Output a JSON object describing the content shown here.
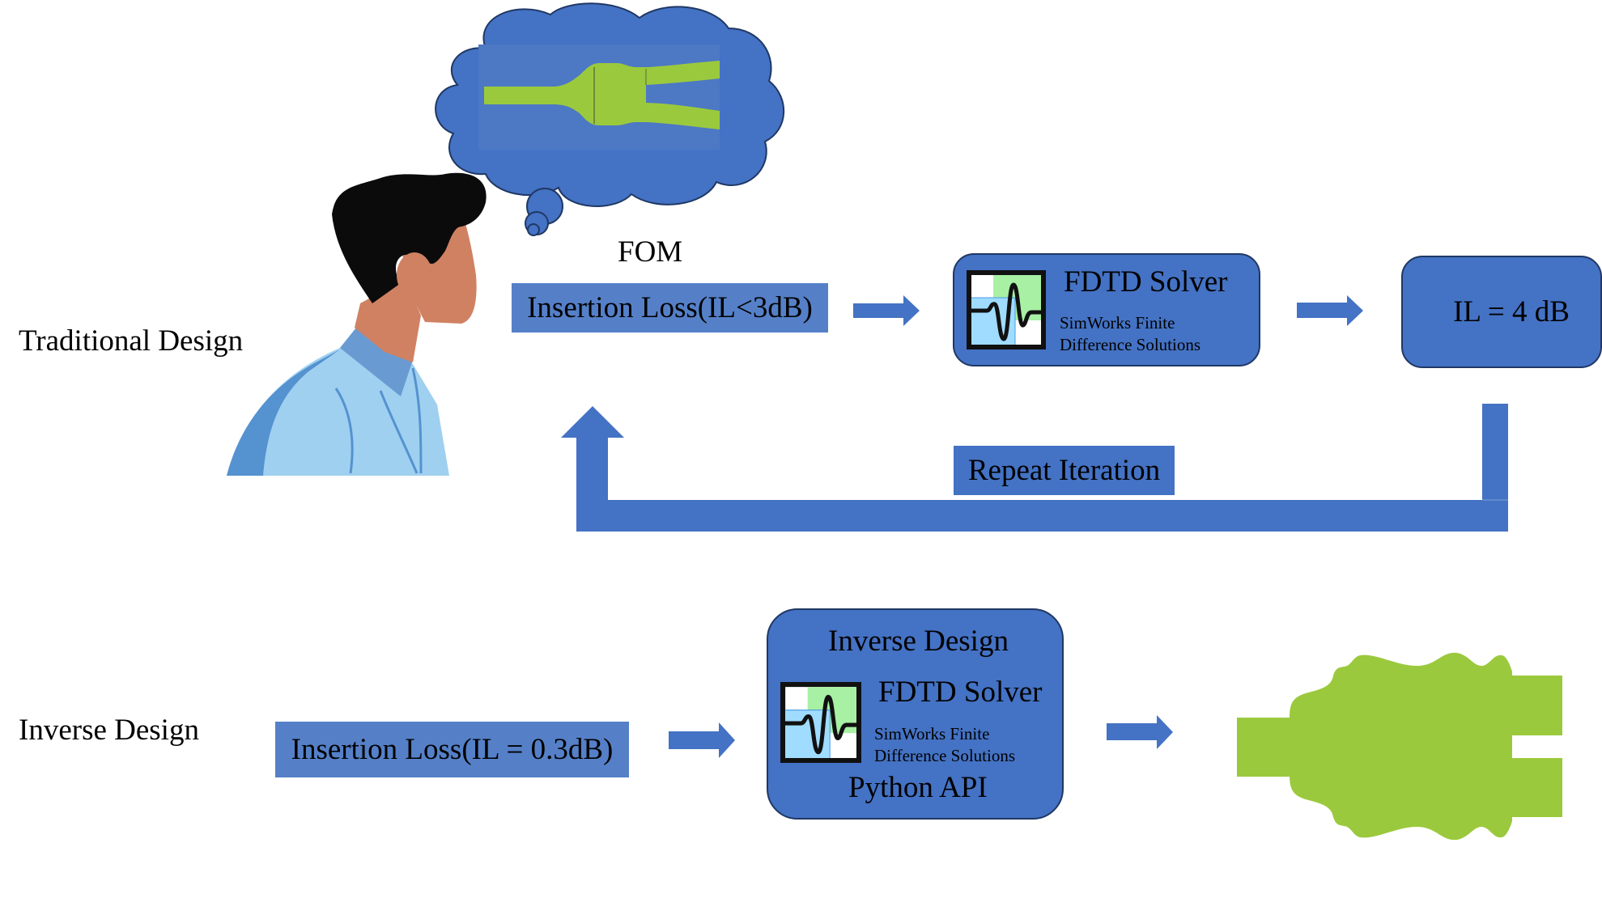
{
  "rows": {
    "traditional": {
      "label": "Traditional Design",
      "fom_label": "FOM",
      "fom_box": "Insertion Loss(IL<3dB)",
      "solver": {
        "title": "FDTD Solver",
        "subtitle_line1": "SimWorks Finite",
        "subtitle_line2": "Difference Solutions"
      },
      "result_box": "IL = 4 dB",
      "loop_label": "Repeat Iteration"
    },
    "inverse": {
      "label": "Inverse Design",
      "fom_box": "Insertion Loss(IL = 0.3dB)",
      "solver": {
        "header": "Inverse Design",
        "title": "FDTD Solver",
        "subtitle_line1": "SimWorks Finite",
        "subtitle_line2": "Difference Solutions",
        "footer": "Python API"
      }
    }
  },
  "icons": {
    "person": "person-thinking-icon",
    "thought": "thought-bubble-icon",
    "solver_logo": "fdtd-wave-logo-icon",
    "device_conventional": "y-splitter-device-icon",
    "device_optimized": "optimized-splitter-device-icon",
    "arrow": "right-arrow-icon",
    "loop_arrow": "feedback-loop-arrow-icon"
  },
  "colors": {
    "accent_blue": "#4472c4",
    "box_blue": "#5580c8",
    "border_dark": "#1f3864",
    "device_green": "#9bc93d",
    "hair": "#0b0b0b",
    "skin": "#d08162",
    "shirt_light": "#9fd0f0",
    "shirt_dark": "#5592d0"
  }
}
